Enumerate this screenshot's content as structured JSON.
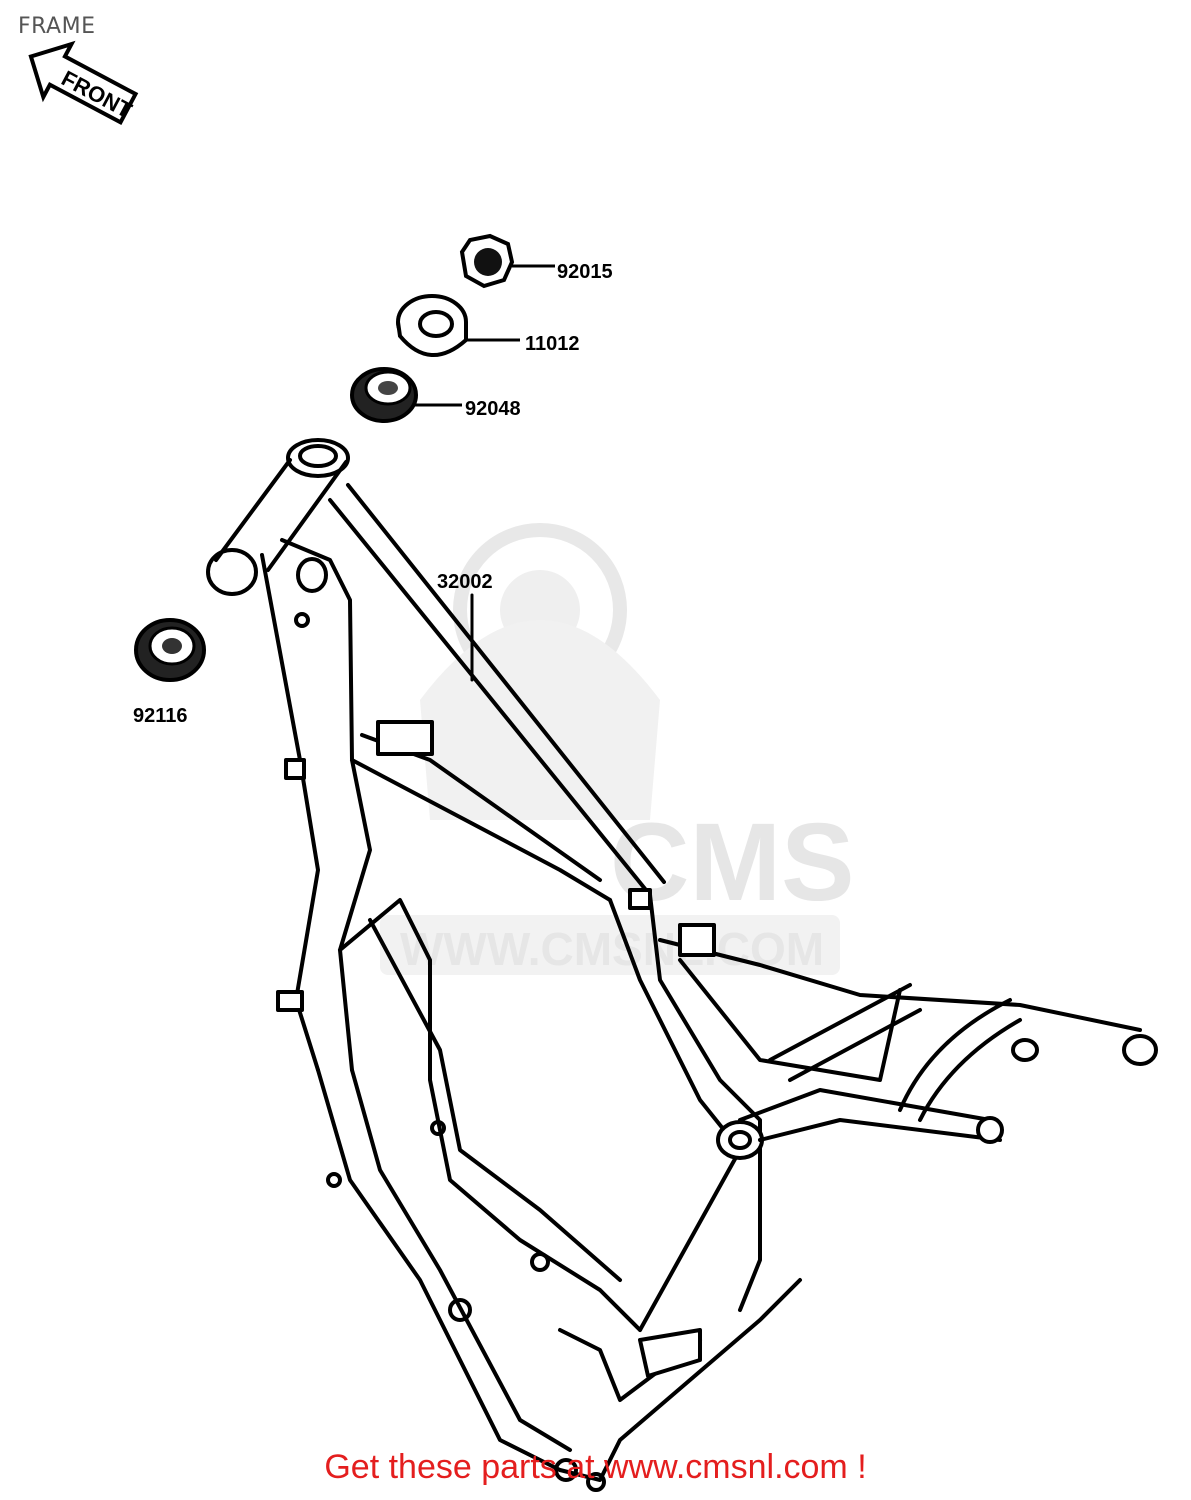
{
  "page": {
    "title": "FRAME"
  },
  "arrow": {
    "label": "FRONT"
  },
  "watermark": {
    "brand": "CMS",
    "url": "WWW.CMSNL.COM"
  },
  "parts": [
    {
      "number": "92015"
    },
    {
      "number": "11012"
    },
    {
      "number": "92048"
    },
    {
      "number": "32002"
    },
    {
      "number": "92116"
    }
  ],
  "footer": {
    "text": "Get these parts at www.cmsnl.com !"
  },
  "colors": {
    "footer": "#e41e1e",
    "line": "#000000",
    "watermark": "#e6e6e6"
  }
}
